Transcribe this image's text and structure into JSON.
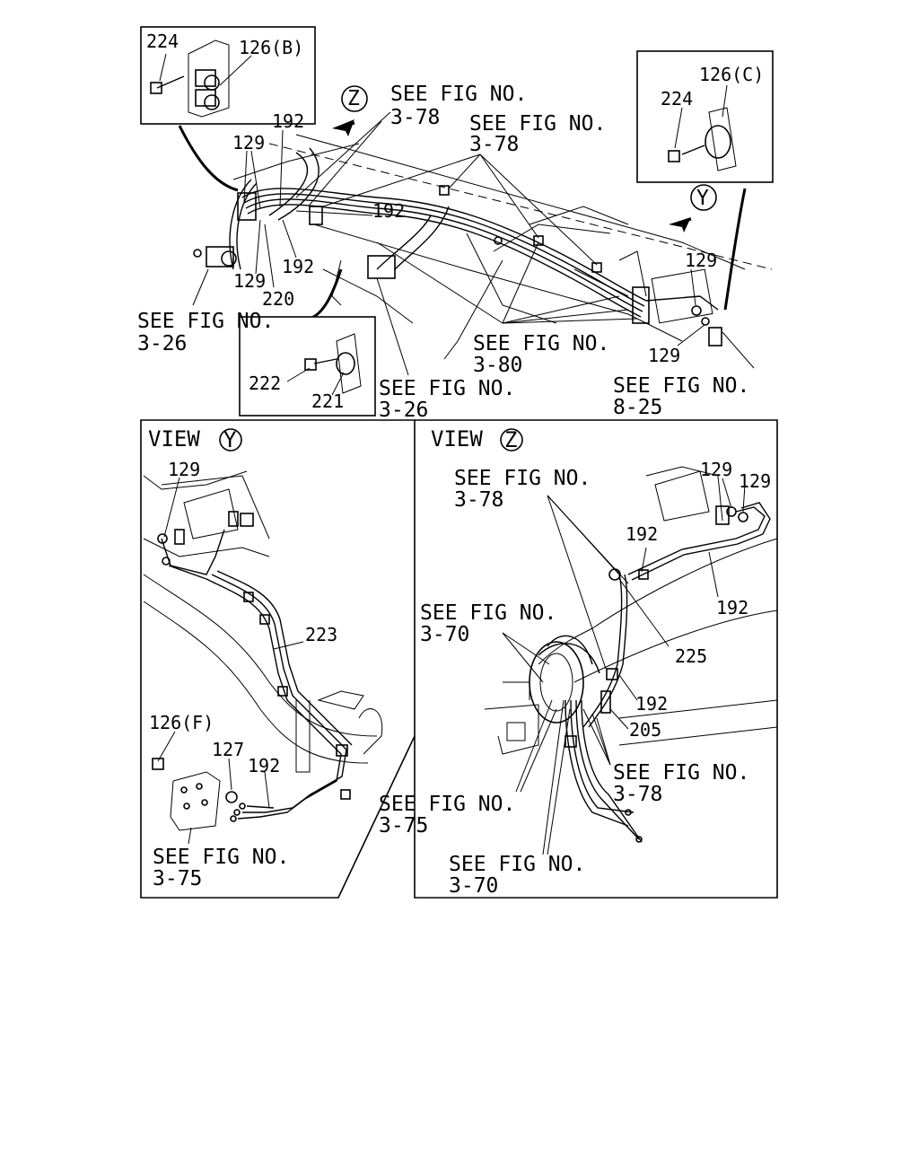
{
  "labels": {
    "see_3_78_a_l1": "SEE FIG NO.",
    "see_3_78_a_l2": "3-78",
    "see_3_78_b_l1": "SEE FIG NO.",
    "see_3_78_b_l2": "3-78",
    "see_3_26_a_l1": "SEE FIG NO.",
    "see_3_26_a_l2": "3-26",
    "see_3_80_l1": "SEE FIG NO.",
    "see_3_80_l2": "3-80",
    "see_3_26_b_l1": "SEE FIG NO.",
    "see_3_26_b_l2": "3-26",
    "see_8_25_l1": "SEE FIG NO.",
    "see_8_25_l2": "8-25",
    "vz_see_3_78_top_l1": "SEE FIG NO.",
    "vz_see_3_78_top_l2": "3-78",
    "vz_see_3_70_top_l1": "SEE FIG NO.",
    "vz_see_3_70_top_l2": "3-70",
    "vz_see_3_78_bot_l1": "SEE FIG NO.",
    "vz_see_3_78_bot_l2": "3-78",
    "vz_see_3_75_l1": "SEE FIG NO.",
    "vz_see_3_75_l2": "3-75",
    "vz_see_3_70_bot_l1": "SEE FIG NO.",
    "vz_see_3_70_bot_l2": "3-70",
    "vy_see_3_75_l1": "SEE FIG NO.",
    "vy_see_3_75_l2": "3-75"
  },
  "callouts": {
    "p224_b": "224",
    "p126_b": "126(B)",
    "p126_c": "126(C)",
    "p224_c": "224",
    "p192_a": "192",
    "p129_a": "129",
    "p192_b": "192",
    "p192_c": "192",
    "p129_b": "129",
    "p220": "220",
    "p129_c": "129",
    "p129_d": "129",
    "p222": "222",
    "p221": "221",
    "vy_129": "129",
    "vy_223": "223",
    "vy_126_f": "126(F)",
    "vy_127": "127",
    "vy_192": "192",
    "vz_129_a": "129",
    "vz_129_b": "129",
    "vz_192_a": "192",
    "vz_192_b": "192",
    "vz_225": "225",
    "vz_192_c": "192",
    "vz_205": "205"
  },
  "views": {
    "y_label": "VIEW",
    "y_letter": "Y",
    "z_label": "VIEW",
    "z_letter": "Z"
  },
  "arrows": {
    "z_letter": "Z",
    "y_letter": "Y"
  }
}
